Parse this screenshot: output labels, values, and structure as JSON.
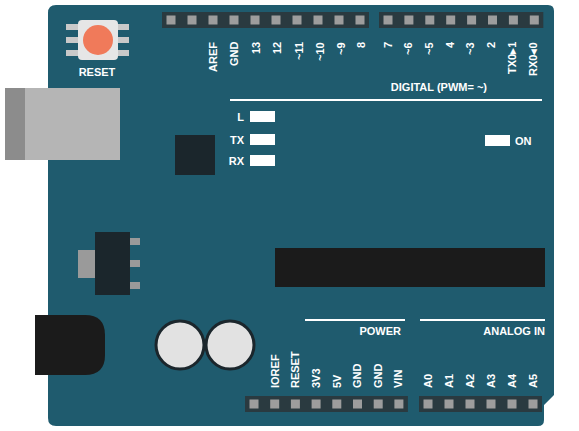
{
  "diagram": {
    "labels": [
      "RESET",
      "AREF",
      "GND",
      "13",
      "12",
      "~11",
      "~10",
      "~9",
      "8",
      "7",
      "~6",
      "~5",
      "4",
      "~3",
      "2",
      "TX0▸1",
      "RX0◂0",
      "DIGITAL (PWM= ~)",
      "L",
      "TX",
      "RX",
      "ON",
      "POWER",
      "ANALOG IN",
      "IOREF",
      "RESET",
      "3V3",
      "5V",
      "GND",
      "GND",
      "VIN",
      "A0",
      "A1",
      "A2",
      "A3",
      "A4",
      "A5"
    ]
  }
}
